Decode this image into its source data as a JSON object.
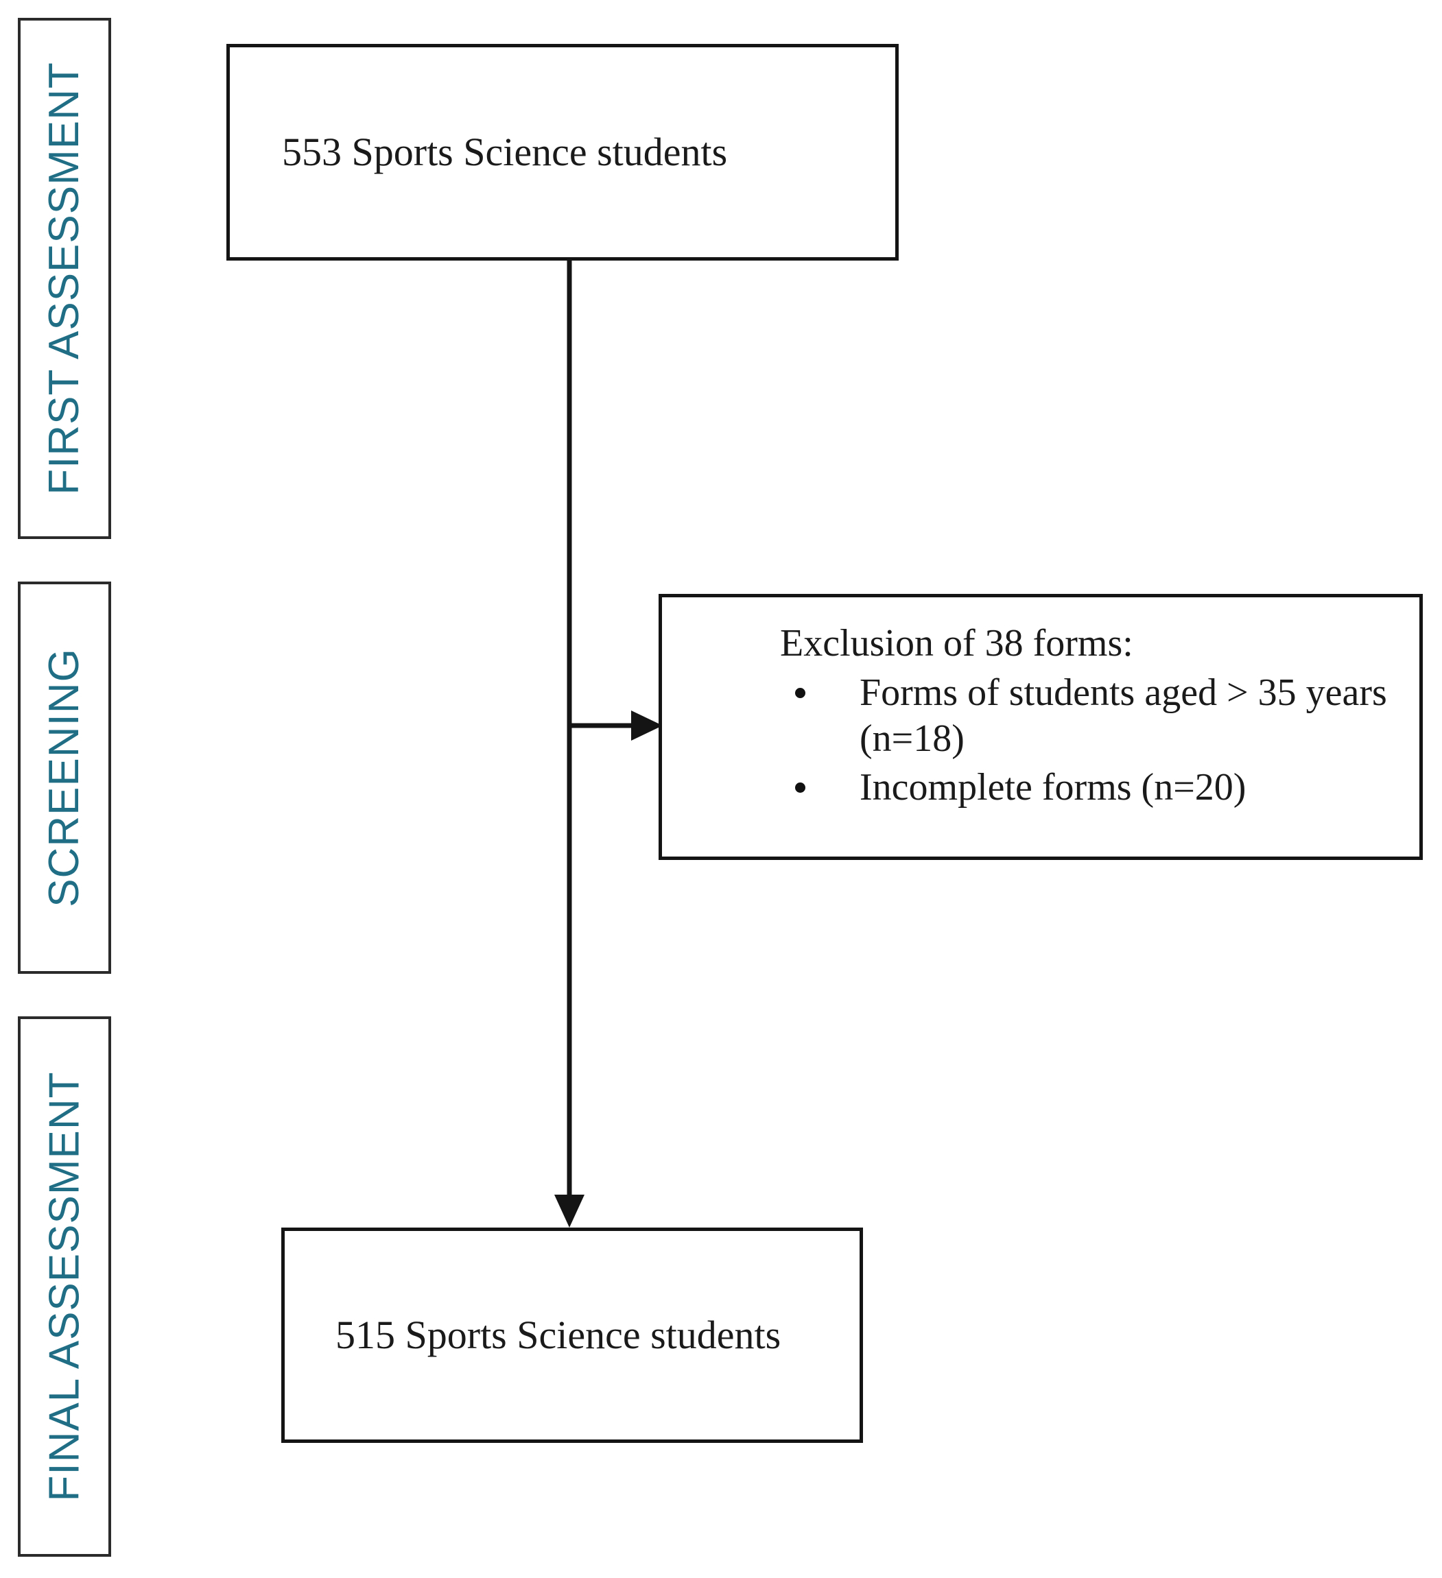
{
  "figure": {
    "type": "flowchart",
    "orientation": "vertical",
    "accent_color": "#1f6e85",
    "line_color": "#141414",
    "background": "#ffffff"
  },
  "stages": [
    {
      "id": "first-assessment",
      "label": "FIRST ASSESSMENT"
    },
    {
      "id": "screening",
      "label": "SCREENING"
    },
    {
      "id": "final-assessment",
      "label": "FINAL ASSESSMENT"
    }
  ],
  "nodes": {
    "enrolled": {
      "text": "553 Sports Science students",
      "count": 553
    },
    "exclusion": {
      "title": "Exclusion of 38 forms:",
      "total_excluded": 38,
      "items": [
        {
          "text": "Forms of students aged > 35 years (n=18)",
          "n": 18
        },
        {
          "text": "Incomplete forms (n=20)",
          "n": 20
        }
      ]
    },
    "final": {
      "text": "515 Sports Science students",
      "count": 515
    }
  },
  "edges": [
    {
      "from": "enrolled",
      "to": "final",
      "style": "straight-down-arrow"
    },
    {
      "from": "enrolled",
      "to": "exclusion",
      "style": "branch-right-arrow"
    }
  ]
}
